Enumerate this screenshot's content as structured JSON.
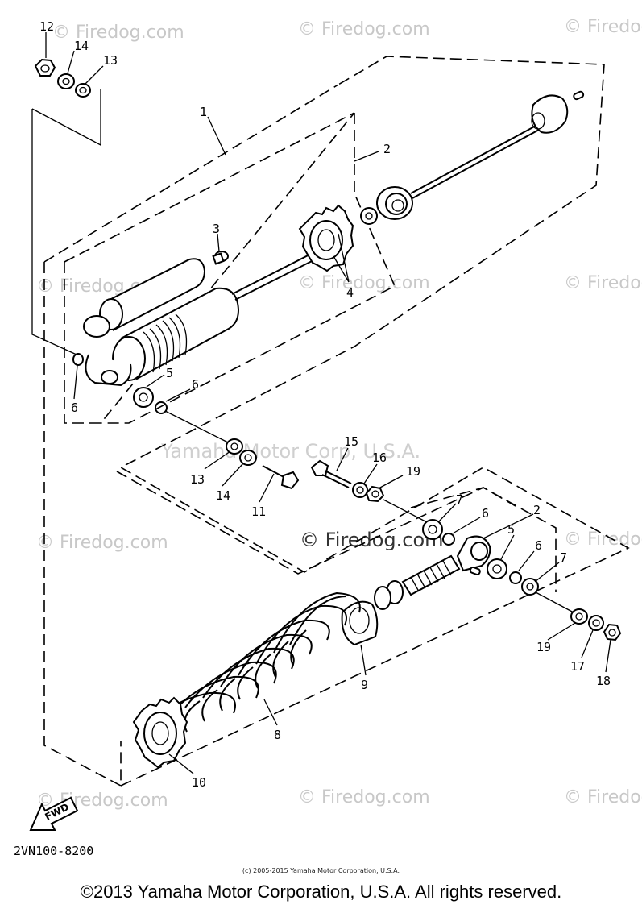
{
  "watermarks": [
    "© Firedog.com",
    "© Firedog.com",
    "© Firedog",
    "© Firedog.com",
    "© Firedog.com",
    "© Firedog",
    "© Firedog.com",
    "© Firedog.com",
    "© Firedog.com",
    "© Firedog.com",
    "© Firedog"
  ],
  "watermark_main": "© Firedog.com",
  "watermark_yamaha": "Yamaha Motor Corp, U.S.A.",
  "parts": {
    "p1": "1",
    "p2a": "2",
    "p2b": "2",
    "p3": "3",
    "p4": "4",
    "p5a": "5",
    "p5b": "5",
    "p6a": "6",
    "p6b": "6",
    "p6c": "6",
    "p6d": "6",
    "p7a": "7",
    "p7b": "7",
    "p8": "8",
    "p9": "9",
    "p10": "10",
    "p11": "11",
    "p12": "12",
    "p13a": "13",
    "p13b": "13",
    "p14a": "14",
    "p14b": "14",
    "p15": "15",
    "p16": "16",
    "p17": "17",
    "p18": "18",
    "p19a": "19",
    "p19b": "19"
  },
  "fwd_label": "FWD",
  "diagram_code": "2VN100-8200",
  "small_copyright": "(c) 2005-2015 Yamaha Motor Corporation, U.S.A.",
  "footer_copyright": "©2013 Yamaha Motor Corporation, U.S.A. All rights reserved."
}
